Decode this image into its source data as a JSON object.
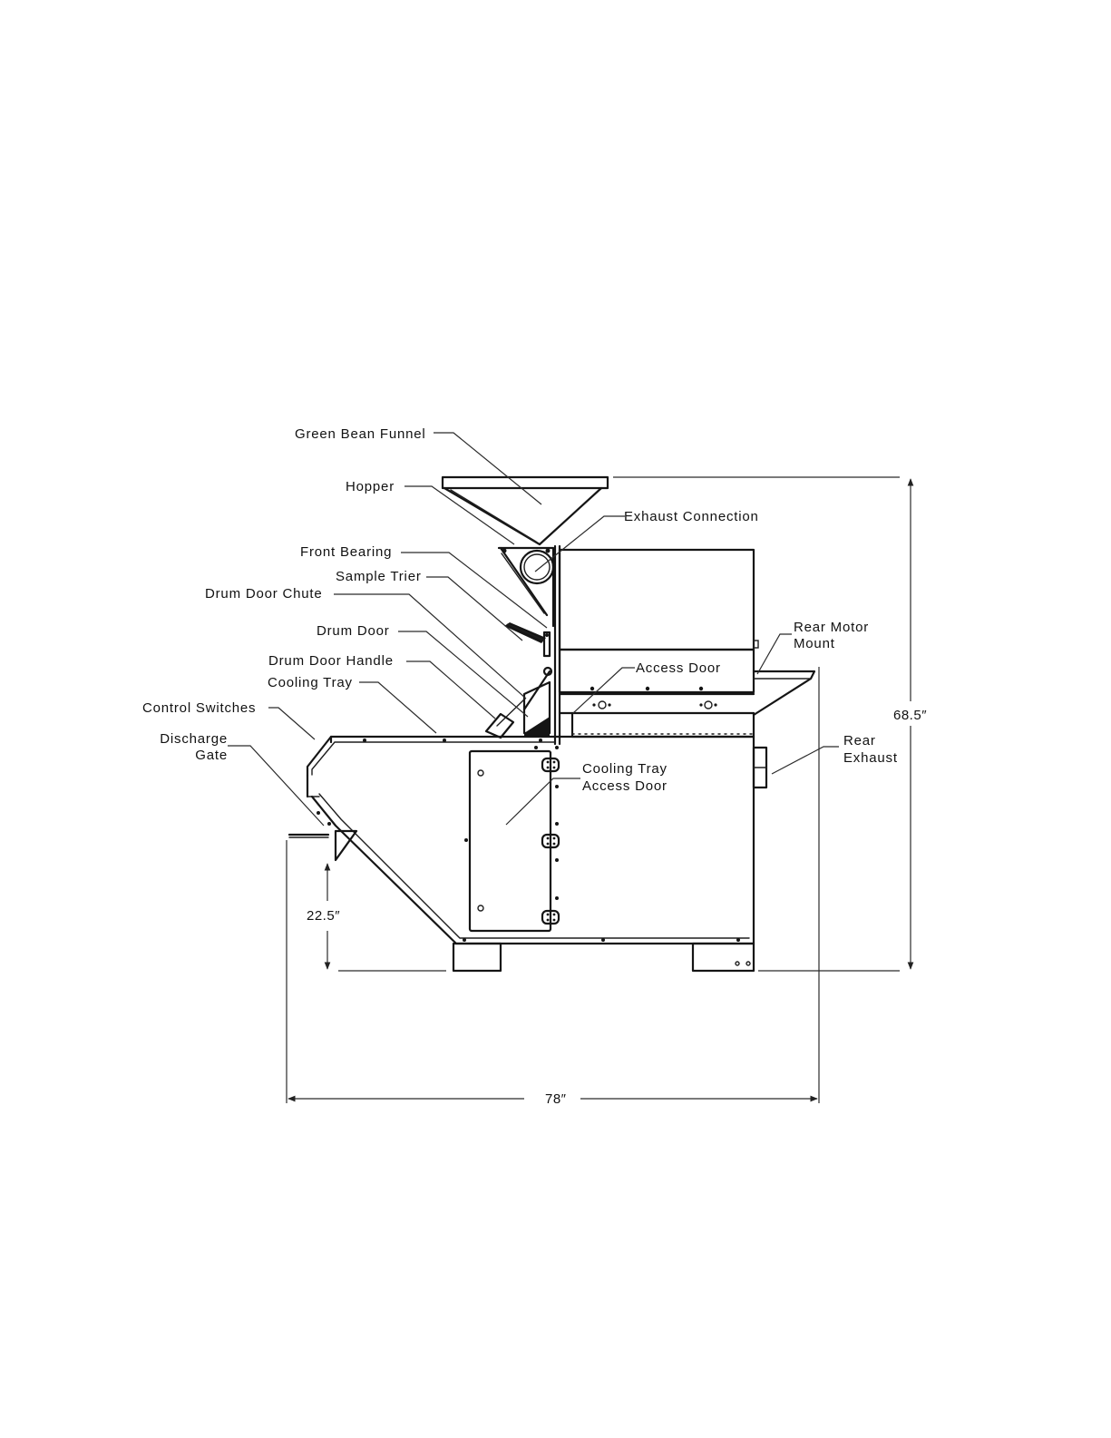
{
  "labels": {
    "green_bean_funnel": "Green Bean Funnel",
    "hopper": "Hopper",
    "exhaust_connection": "Exhaust Connection",
    "front_bearing": "Front Bearing",
    "sample_trier": "Sample Trier",
    "drum_door_chute": "Drum Door Chute",
    "drum_door": "Drum Door",
    "drum_door_handle": "Drum Door Handle",
    "cooling_tray": "Cooling Tray",
    "control_switches": "Control Switches",
    "discharge_gate_line1": "Discharge",
    "discharge_gate_line2": "Gate",
    "access_door": "Access Door",
    "rear_motor_mount_line1": "Rear Motor",
    "rear_motor_mount_line2": "Mount",
    "rear_exhaust_line1": "Rear",
    "rear_exhaust_line2": "Exhaust",
    "cooling_tray_access_door_line1": "Cooling Tray",
    "cooling_tray_access_door_line2": "Access Door"
  },
  "dimensions": {
    "height": "68.5″",
    "width": "78″",
    "discharge_height": "22.5″"
  },
  "colors": {
    "ink": "#151515",
    "background": "#ffffff"
  }
}
